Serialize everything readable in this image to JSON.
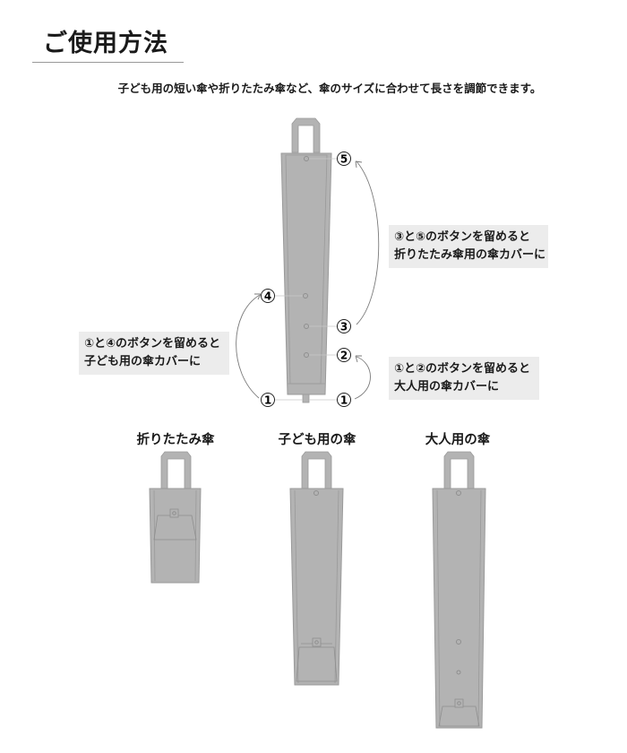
{
  "header": {
    "title": "ご使用方法",
    "subtitle": "子ども用の短い傘や折りたたみ傘など、傘のサイズに合わせて長さを調節できます。"
  },
  "main_diagram": {
    "button_markers": [
      "①",
      "②",
      "③",
      "④",
      "⑤",
      "①"
    ],
    "callouts": [
      {
        "id": "folding",
        "lines": [
          "③と⑤のボタンを留めると",
          "折りたたみ傘用の傘カバーに"
        ]
      },
      {
        "id": "kids",
        "lines": [
          "①と④のボタンを留めると",
          "子ども用の傘カバーに"
        ]
      },
      {
        "id": "adult",
        "lines": [
          "①と②のボタンを留めると",
          "大人用の傘カバーに"
        ]
      }
    ]
  },
  "variants": [
    {
      "label": "折りたたみ傘"
    },
    {
      "label": "子ども用の傘"
    },
    {
      "label": "大人用の傘"
    }
  ],
  "colors": {
    "bag_fill": "#b3b3b3",
    "bag_stroke": "#8f8f8f",
    "callout_bg": "#ececec",
    "rule": "#9a9a9a"
  }
}
